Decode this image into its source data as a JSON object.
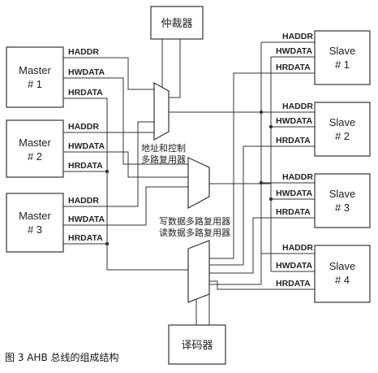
{
  "blocks": {
    "arbiter": "仲裁器",
    "decoder": "译码器",
    "masters": [
      {
        "line1": "Master",
        "line2": "# 1"
      },
      {
        "line1": "Master",
        "line2": "# 2"
      },
      {
        "line1": "Master",
        "line2": "# 3"
      }
    ],
    "slaves": [
      {
        "line1": "Slave",
        "line2": "# 1"
      },
      {
        "line1": "Slave",
        "line2": "# 2"
      },
      {
        "line1": "Slave",
        "line2": "# 3"
      },
      {
        "line1": "Slave",
        "line2": "# 4"
      }
    ]
  },
  "signals": {
    "haddr": "HADDR",
    "hwdata": "HWDATA",
    "hrdata": "HRDATA"
  },
  "mux_labels": {
    "addr_line1": "地址和控制",
    "addr_line2": "多路复用器",
    "data_line1": "写数据多路复用器",
    "data_line2": "读数据多路复用器"
  },
  "caption": "图 3  AHB 总线的组成结构"
}
